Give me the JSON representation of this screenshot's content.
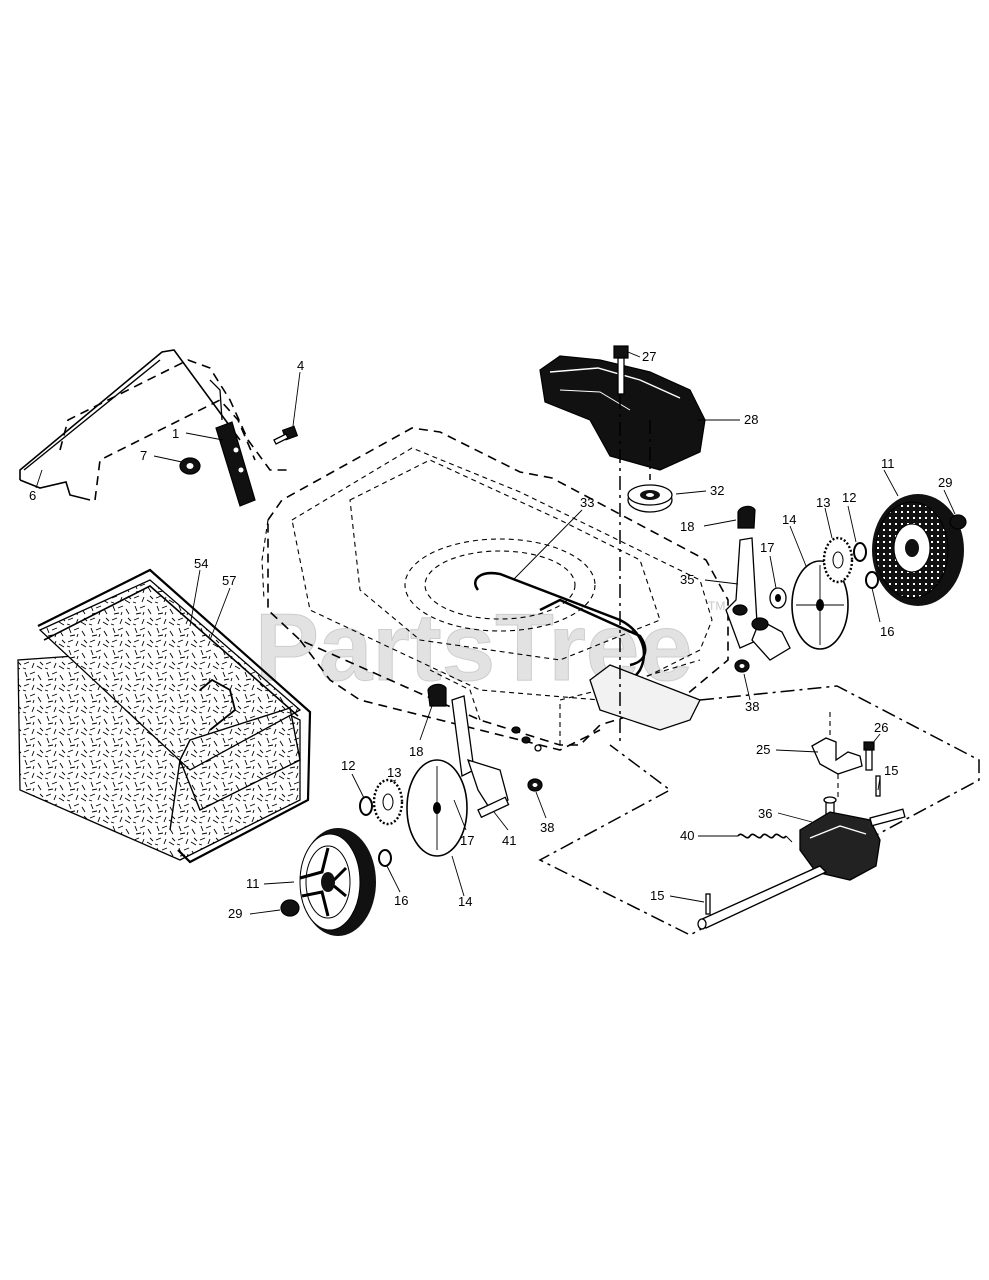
{
  "watermark": {
    "text": "PartsTree",
    "trademark": "TM"
  },
  "callouts": [
    {
      "id": "c27a",
      "text": "27"
    },
    {
      "id": "c28",
      "text": "28"
    },
    {
      "id": "c4",
      "text": "4"
    },
    {
      "id": "c1",
      "text": "1"
    },
    {
      "id": "c7",
      "text": "7"
    },
    {
      "id": "c6",
      "text": "6"
    },
    {
      "id": "c11a",
      "text": "11"
    },
    {
      "id": "c29a",
      "text": "29"
    },
    {
      "id": "c32",
      "text": "32"
    },
    {
      "id": "c33",
      "text": "33"
    },
    {
      "id": "c18a",
      "text": "18"
    },
    {
      "id": "c13a",
      "text": "13"
    },
    {
      "id": "c12a",
      "text": "12"
    },
    {
      "id": "c14a",
      "text": "14"
    },
    {
      "id": "c17a",
      "text": "17"
    },
    {
      "id": "c35",
      "text": "35"
    },
    {
      "id": "c16a",
      "text": "16"
    },
    {
      "id": "c38a",
      "text": "38"
    },
    {
      "id": "c54",
      "text": "54"
    },
    {
      "id": "c57",
      "text": "57"
    },
    {
      "id": "c18b",
      "text": "18"
    },
    {
      "id": "c13b",
      "text": "13"
    },
    {
      "id": "c12b",
      "text": "12"
    },
    {
      "id": "c17b",
      "text": "17"
    },
    {
      "id": "c41",
      "text": "41"
    },
    {
      "id": "c38b",
      "text": "38"
    },
    {
      "id": "c26",
      "text": "26"
    },
    {
      "id": "c25",
      "text": "25"
    },
    {
      "id": "c15a",
      "text": "15"
    },
    {
      "id": "c36",
      "text": "36"
    },
    {
      "id": "c40",
      "text": "40"
    },
    {
      "id": "c11b",
      "text": "11"
    },
    {
      "id": "c16b",
      "text": "16"
    },
    {
      "id": "c14b",
      "text": "14"
    },
    {
      "id": "c29b",
      "text": "29"
    },
    {
      "id": "c15b",
      "text": "15"
    }
  ]
}
